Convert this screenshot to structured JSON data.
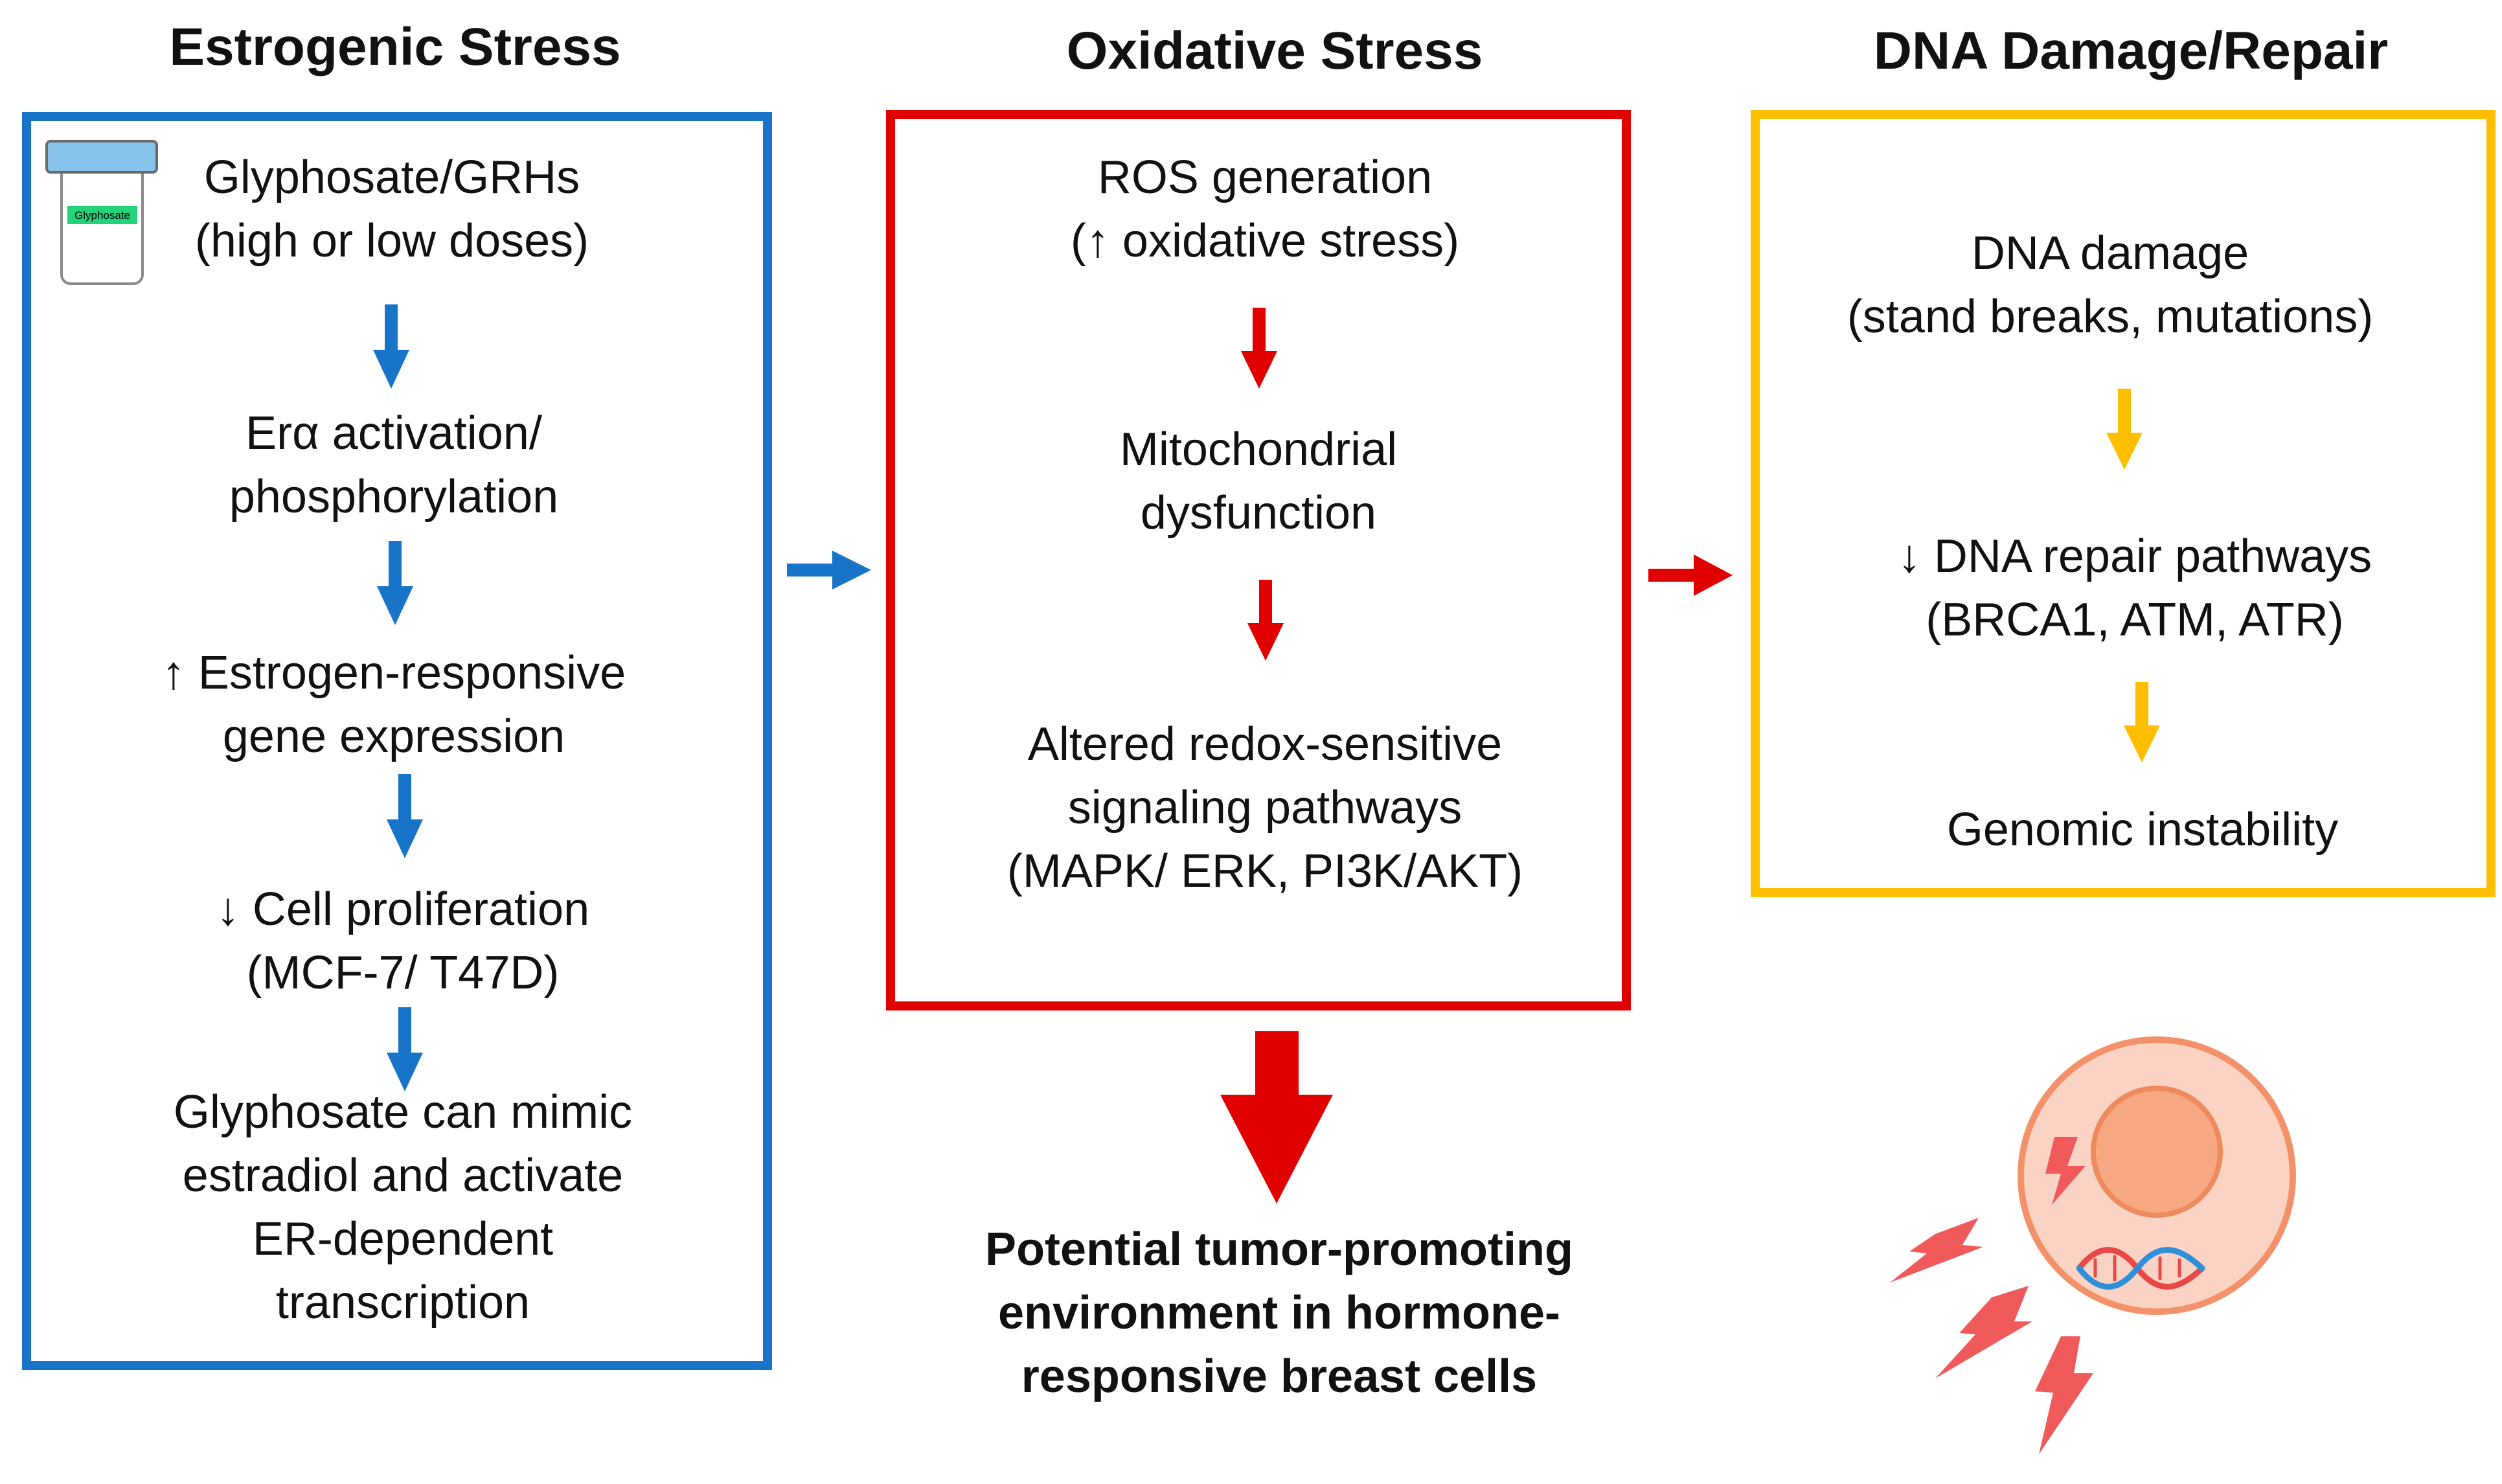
{
  "headings": {
    "estrogenic": "Estrogenic Stress",
    "oxidative": "Oxidative Stress",
    "dna": "DNA Damage/Repair"
  },
  "colors": {
    "estrogenic": "#1874c8",
    "oxidative": "#e00000",
    "dna": "#ffbf00",
    "cell_fill": "#fbd3c4",
    "cell_nucleus": "#f7a882",
    "lightning": "#f05a5a"
  },
  "estrogenic_steps": [
    [
      "Glyphosate/GRHs",
      "(high or low doses)"
    ],
    [
      "Erα activation/",
      "phosphorylation"
    ],
    [
      "↑ Estrogen-responsive",
      "gene expression"
    ],
    [
      "↓ Cell proliferation",
      "(MCF-7/ T47D)"
    ],
    [
      "Glyphosate can mimic",
      "estradiol and activate",
      "ER-dependent",
      "transcription"
    ]
  ],
  "jar_label": "Glyphosate",
  "oxidative_steps": [
    [
      "ROS generation",
      "(↑ oxidative stress)"
    ],
    [
      "Mitochondrial",
      "dysfunction"
    ],
    [
      "Altered redox-sensitive",
      "signaling pathways",
      "(MAPK/ ERK, PI3K/AKT)"
    ]
  ],
  "dna_steps": [
    [
      "DNA damage",
      "(stand breaks, mutations)"
    ],
    [
      "↓ DNA repair pathways",
      "(BRCA1, ATM, ATR)"
    ],
    [
      "Genomic instability"
    ]
  ],
  "conclusion": [
    "Potential tumor-promoting",
    "environment in hormone-",
    "responsive breast cells"
  ],
  "icons": {
    "jar": "glyphosate-jar-icon",
    "cell": "damaged-cell-icon"
  }
}
